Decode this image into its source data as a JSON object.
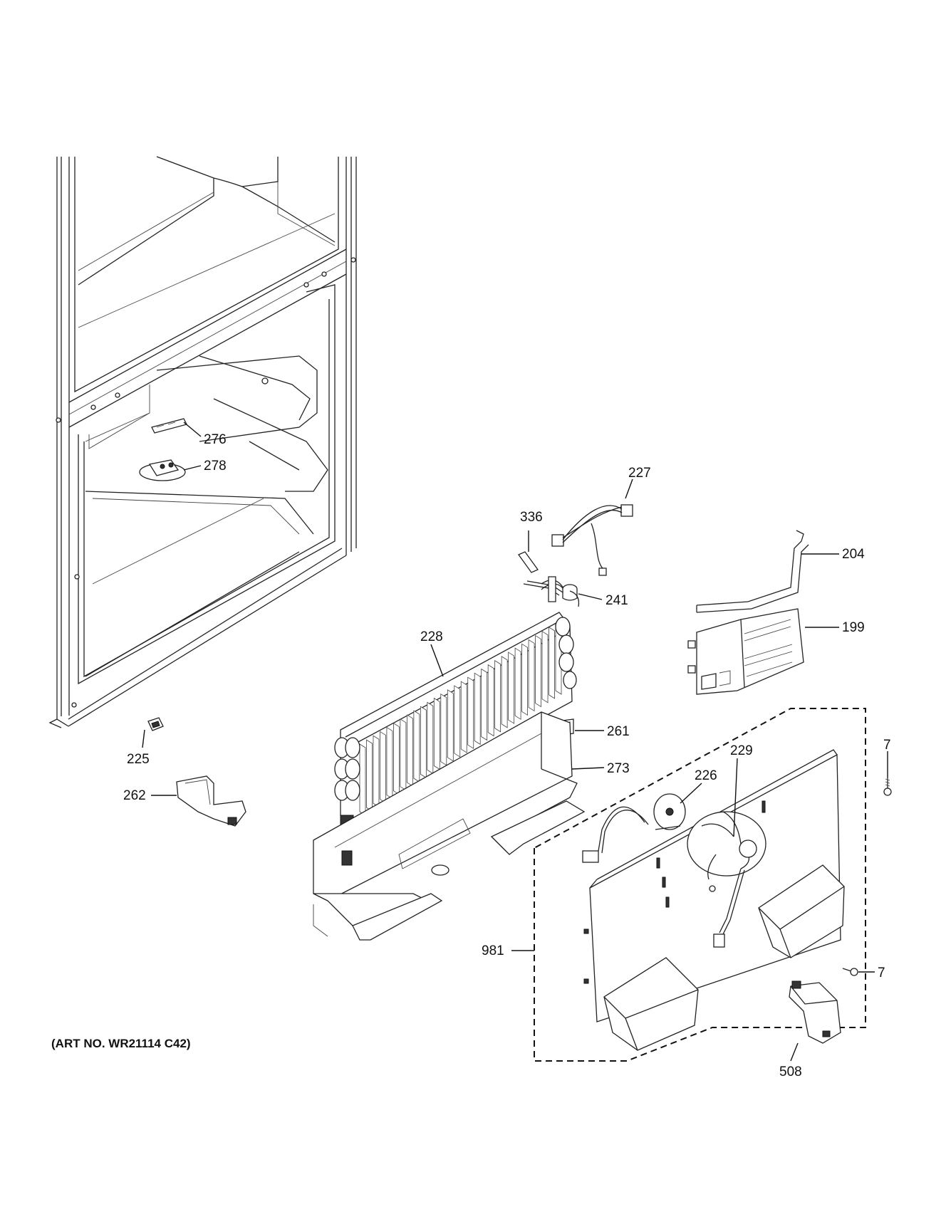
{
  "diagram": {
    "art_number": "(ART NO. WR21114 C42)",
    "callouts": {
      "c276": "276",
      "c278": "278",
      "c227": "227",
      "c336": "336",
      "c204": "204",
      "c241": "241",
      "c199": "199",
      "c228": "228",
      "c261": "261",
      "c225": "225",
      "c262": "262",
      "c273": "273",
      "c7a": "7",
      "c229": "229",
      "c226": "226",
      "c981": "981",
      "c7b": "7",
      "c508": "508"
    }
  }
}
